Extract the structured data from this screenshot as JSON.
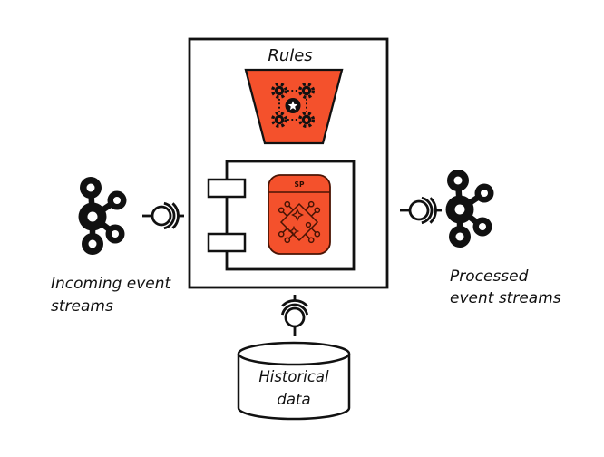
{
  "colors": {
    "orange": "#F4512C",
    "ink": "#111111",
    "background": "#FFFFFF",
    "chip_stroke": "#4a1404"
  },
  "rules_box": {
    "title": "Rules"
  },
  "stream_processor": {
    "label": "SP"
  },
  "labels": {
    "incoming": [
      "Incoming event",
      "streams"
    ],
    "processed": [
      "Processed",
      "event streams"
    ],
    "historical": [
      "Historical",
      "data"
    ]
  },
  "icons": {
    "left_source": "kafka-cluster-icon",
    "right_sink": "kafka-cluster-icon",
    "left_link": "connector-icon",
    "right_link": "connector-icon",
    "bottom_link": "connector-icon",
    "rules": "gears-funnel-icon",
    "processor": "ai-chip-icon",
    "storage": "database-cylinder-icon"
  }
}
